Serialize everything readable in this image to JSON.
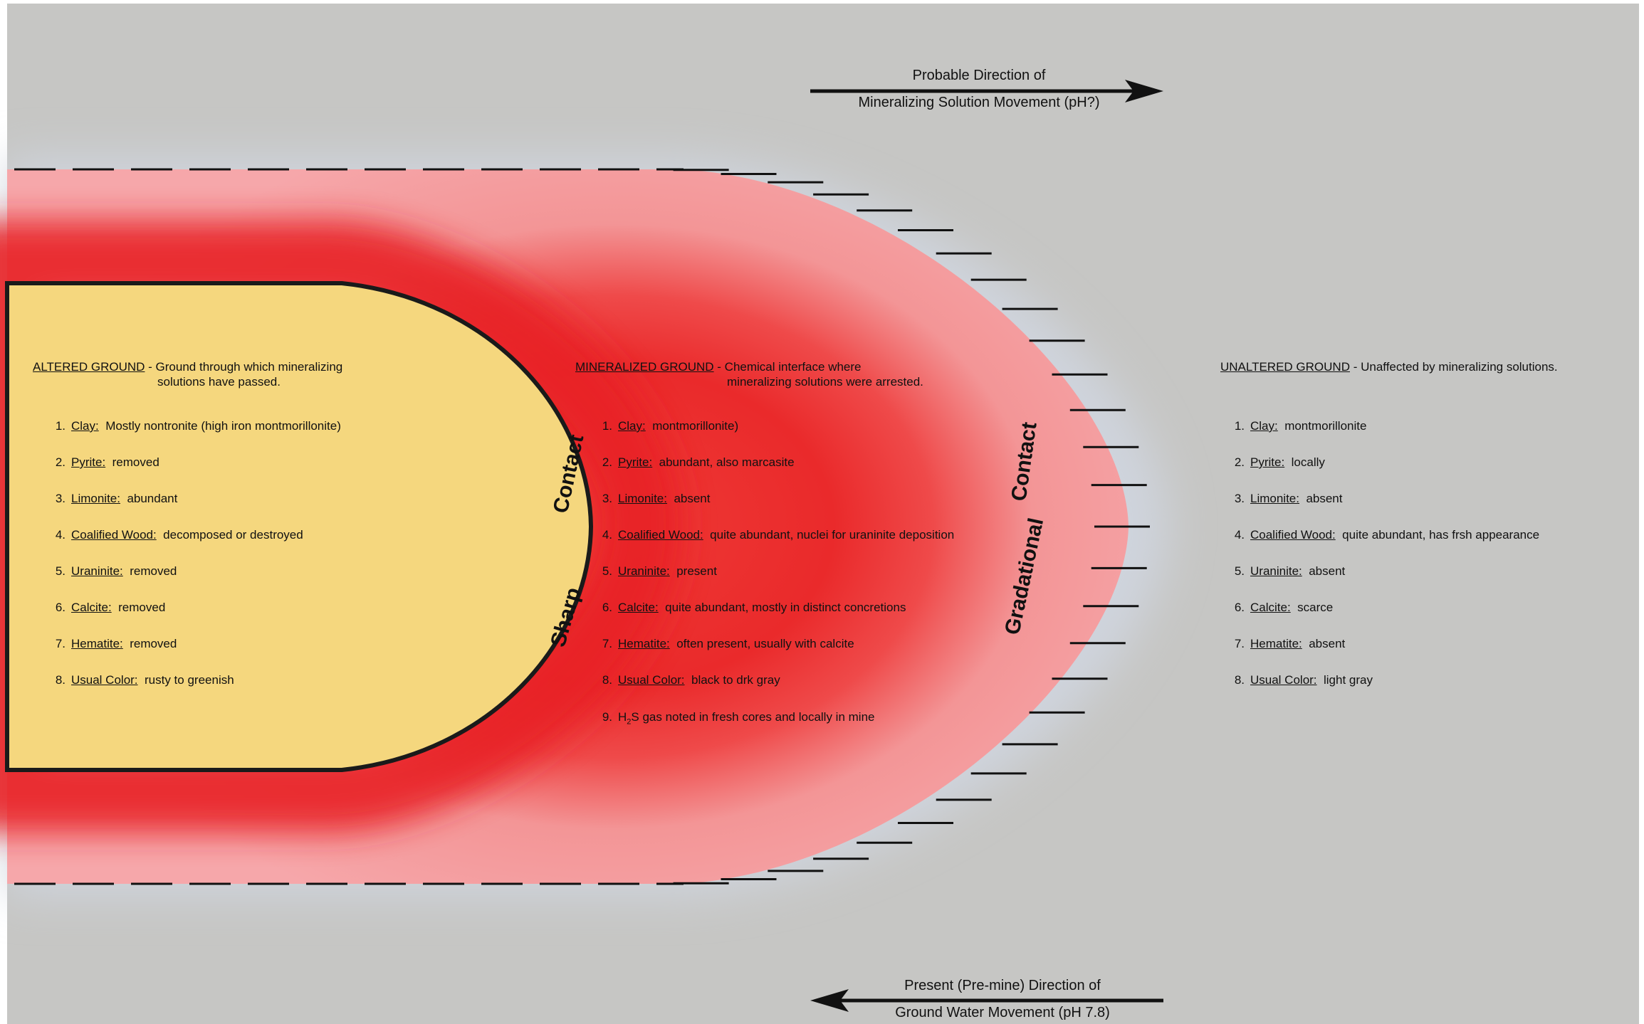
{
  "top_arrow": {
    "line1": "Probable Direction of",
    "line2": "Mineralizing Solution Movement (pH?)"
  },
  "bottom_arrow": {
    "line1": "Present (Pre-mine) Direction of",
    "line2": "Ground Water Movement (pH 7.8)"
  },
  "contacts": {
    "sharp_a": "Sharp",
    "sharp_b": "Contact",
    "grad_a": "Gradational",
    "grad_b": "Contact"
  },
  "altered": {
    "title": "ALTERED GROUND",
    "desc1": " - Ground through which mineralizing",
    "desc2": "solutions have passed.",
    "items": [
      {
        "num": "1.",
        "term": "Clay:",
        "value": "Mostly nontronite (high iron montmorillonite)"
      },
      {
        "num": "2.",
        "term": "Pyrite:",
        "value": "removed"
      },
      {
        "num": "3.",
        "term": "Limonite:",
        "value": "abundant"
      },
      {
        "num": "4.",
        "term": "Coalified Wood:",
        "value": "decomposed or destroyed"
      },
      {
        "num": "5.",
        "term": "Uraninite:",
        "value": "removed"
      },
      {
        "num": "6.",
        "term": "Calcite:",
        "value": "removed"
      },
      {
        "num": "7.",
        "term": "Hematite:",
        "value": "removed"
      },
      {
        "num": "8.",
        "term": "Usual Color:",
        "value": "rusty to greenish"
      }
    ]
  },
  "mineralized": {
    "title": "MINERALIZED GROUND",
    "desc1": " - Chemical interface where",
    "desc2": "mineralizing solutions were arrested.",
    "items": [
      {
        "num": "1.",
        "term": "Clay:",
        "value": "montmorillonite)"
      },
      {
        "num": "2.",
        "term": "Pyrite:",
        "value": "abundant, also marcasite"
      },
      {
        "num": "3.",
        "term": "Limonite:",
        "value": "absent"
      },
      {
        "num": "4.",
        "term": "Coalified Wood:",
        "value": "quite abundant, nuclei for uraninite deposition"
      },
      {
        "num": "5.",
        "term": "Uraninite:",
        "value": "present"
      },
      {
        "num": "6.",
        "term": "Calcite:",
        "value": "quite abundant, mostly in distinct concretions"
      },
      {
        "num": "7.",
        "term": "Hematite:",
        "value": "often present, usually with calcite"
      },
      {
        "num": "8.",
        "term": "Usual Color:",
        "value": "black to drk gray"
      }
    ],
    "item9": {
      "num": "9.",
      "h": "H",
      "sub": "2",
      "rest": "S gas noted in fresh cores and locally in mine"
    }
  },
  "unaltered": {
    "title": "UNALTERED GROUND",
    "desc1": " - Unaffected by mineralizing solutions.",
    "items": [
      {
        "num": "1.",
        "term": "Clay:",
        "value": "montmorillonite"
      },
      {
        "num": "2.",
        "term": "Pyrite:",
        "value": "locally"
      },
      {
        "num": "3.",
        "term": "Limonite:",
        "value": "absent"
      },
      {
        "num": "4.",
        "term": "Coalified Wood:",
        "value": "quite abundant, has frsh appearance"
      },
      {
        "num": "5.",
        "term": "Uraninite:",
        "value": "absent"
      },
      {
        "num": "6.",
        "term": "Calcite:",
        "value": "scarce"
      },
      {
        "num": "7.",
        "term": "Hematite:",
        "value": "absent"
      },
      {
        "num": "8.",
        "term": "Usual Color:",
        "value": "light gray"
      }
    ]
  },
  "colors": {
    "background": "#c6c6c4",
    "altered_fill": "#f5d77e",
    "mineralized_core": "#e8282a",
    "mineralized_outer": "#f4a1a6",
    "line": "#111111"
  }
}
